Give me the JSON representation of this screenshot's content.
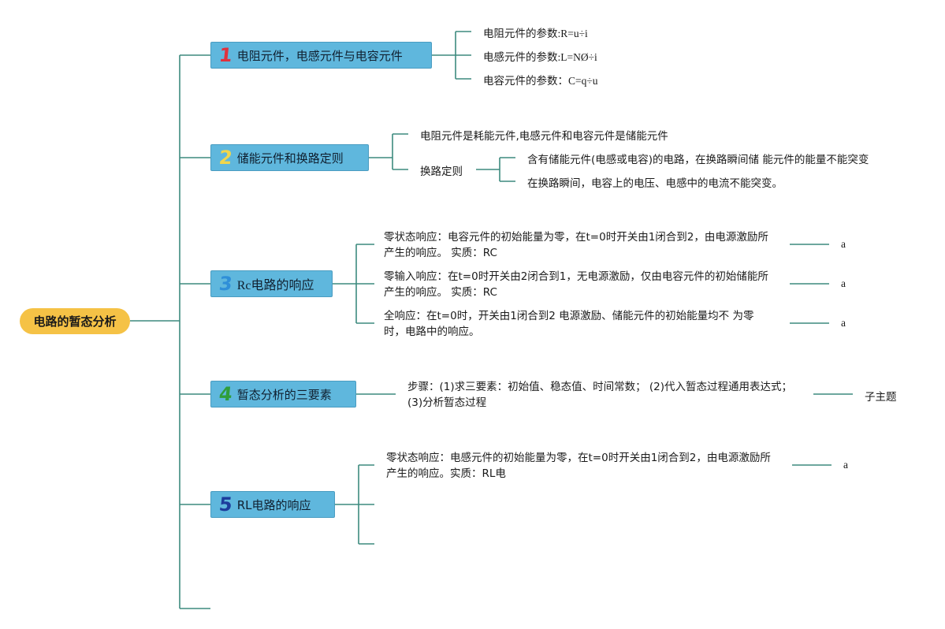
{
  "root": "电路的暂态分析",
  "colors": {
    "root_bg": "#f5c246",
    "topic_bg": "#5fb7dd",
    "connector": "#3d8a7f",
    "num1": "#e0313d",
    "num2": "#f1d64c",
    "num3": "#2f8fd8",
    "num4": "#2f9e3a",
    "num5": "#1c3c9c"
  },
  "topics": [
    {
      "num": "1",
      "label": "电阻元件，电感元件与电容元件",
      "children": [
        "电阻元件的参数:R=u÷i",
        "电感元件的参数:L=NØ÷i",
        "电容元件的参数：C=q÷u"
      ]
    },
    {
      "num": "2",
      "label": "储能元件和换路定则",
      "child1": "电阻元件是耗能元件,电感元件和电容元件是储能元件",
      "child2": "换路定则",
      "child2_children": [
        "含有储能元件(电感或电容)的电路，在换路瞬间储 能元件的能量不能突变",
        "在换路瞬间，电容上的电压、电感中的电流不能突变。"
      ]
    },
    {
      "num": "3",
      "label": "Rc电路的响应",
      "children": [
        {
          "line1": "零状态响应：电容元件的初始能量为零，在t=0时开关由1闭合到2，由电源激励所",
          "line2": "产生的响应。 实质：RC",
          "leaf": "a"
        },
        {
          "line1": "零输入响应：在t=0时开关由2闭合到1，无电源激励，仅由电容元件的初始储能所",
          "line2": "产生的响应。 实质：RC",
          "leaf": "a"
        },
        {
          "line1": "全响应：在t=0时，开关由1闭合到2 电源激励、储能元件的初始能量均不 为零",
          "line2": "时，电路中的响应。",
          "leaf": "a"
        }
      ]
    },
    {
      "num": "4",
      "label": "暂态分析的三要素",
      "child_line1": "步骤：(1)求三要素：初始值、稳态值、时间常数； (2)代入暂态过程通用表达式；",
      "child_line2": "(3)分析暂态过程",
      "leaf": "子主题"
    },
    {
      "num": "5",
      "label": "RL电路的响应",
      "child_line1": "零状态响应：电感元件的初始能量为零，在t=0时开关由1闭合到2，由电源激励所",
      "child_line2": "产生的响应。实质：RL电",
      "leaf": "a"
    }
  ]
}
